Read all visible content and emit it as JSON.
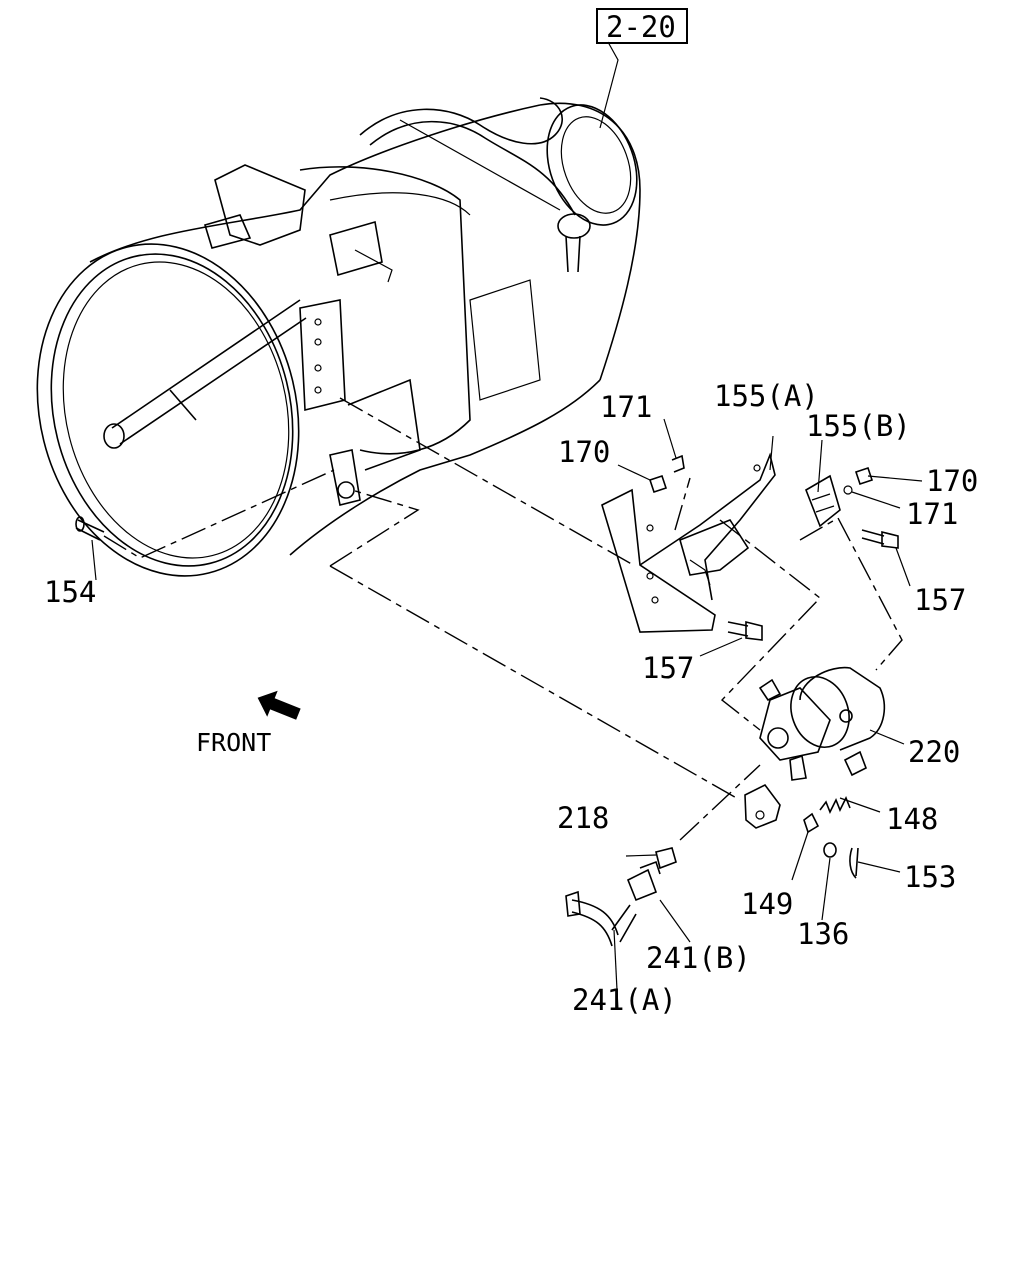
{
  "reference": "2-20",
  "direction_label": "FRONT",
  "callouts": [
    {
      "id": "c154",
      "text": "154"
    },
    {
      "id": "c171a",
      "text": "171"
    },
    {
      "id": "c155a",
      "text": "155(A)"
    },
    {
      "id": "c170a",
      "text": "170"
    },
    {
      "id": "c155b",
      "text": "155(B)"
    },
    {
      "id": "c170b",
      "text": "170"
    },
    {
      "id": "c171b",
      "text": "171"
    },
    {
      "id": "c157a",
      "text": "157"
    },
    {
      "id": "c157b",
      "text": "157"
    },
    {
      "id": "c220",
      "text": "220"
    },
    {
      "id": "c218",
      "text": "218"
    },
    {
      "id": "c148",
      "text": "148"
    },
    {
      "id": "c153",
      "text": "153"
    },
    {
      "id": "c149",
      "text": "149"
    },
    {
      "id": "c136",
      "text": "136"
    },
    {
      "id": "c241b",
      "text": "241(B)"
    },
    {
      "id": "c241a",
      "text": "241(A)"
    }
  ]
}
